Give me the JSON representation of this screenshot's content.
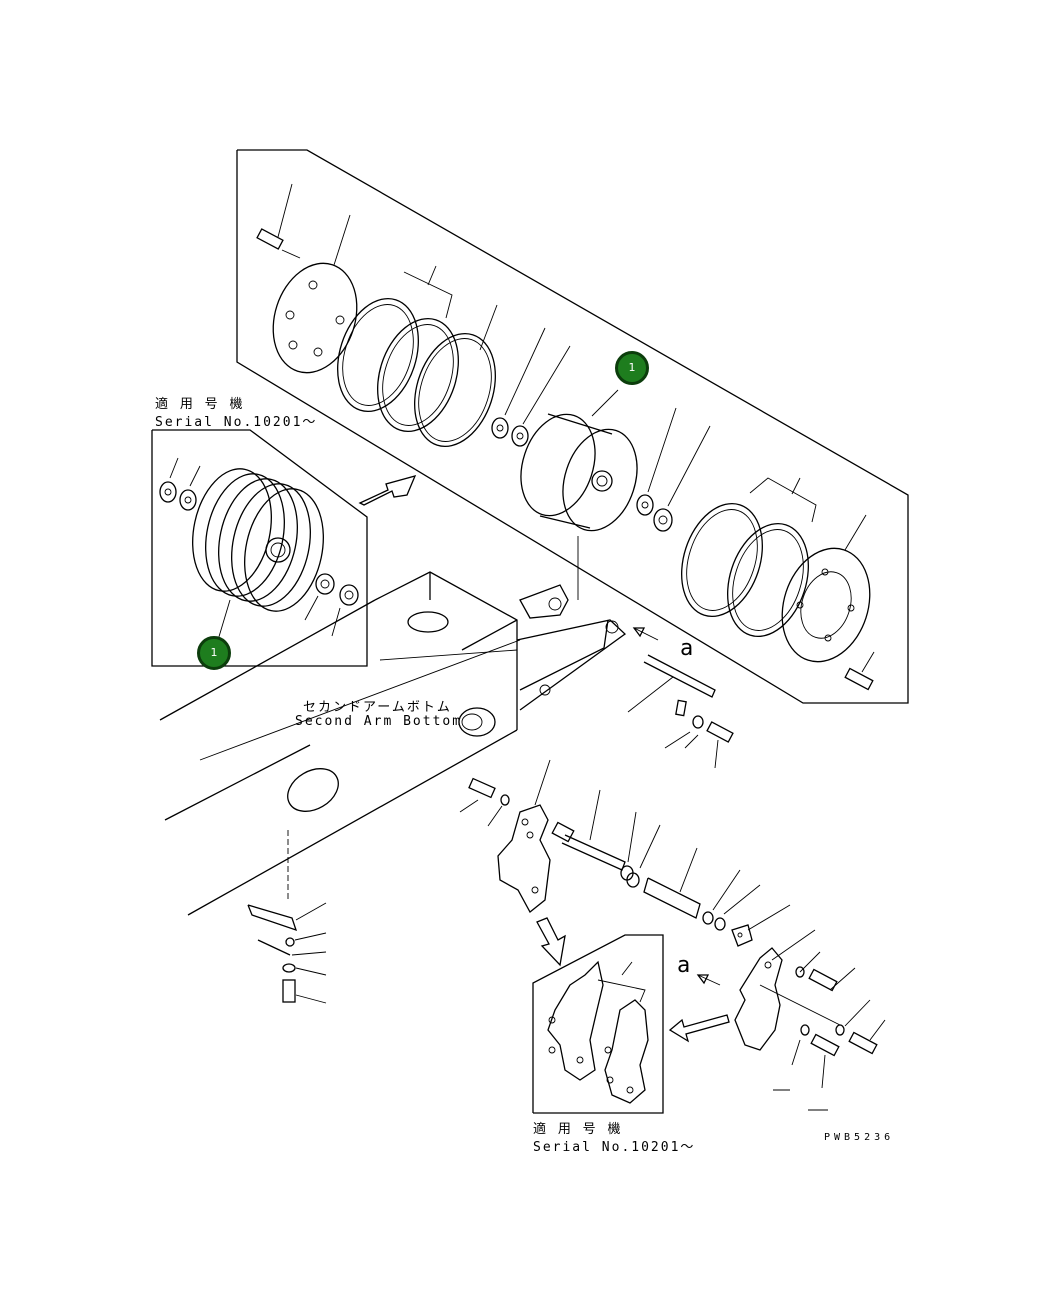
{
  "labels": {
    "serial_top_jp": "適 用 号 機",
    "serial_top_en": "Serial No.10201～",
    "serial_bottom_jp": "適 用 号 機",
    "serial_bottom_en": "Serial No.10201～",
    "arm_jp": "セカンドアームボトム",
    "arm_en": "Second Arm Bottom",
    "view_letter_1": "a",
    "view_letter_2": "a",
    "drawing_code": "PWB5236"
  },
  "callouts": [
    {
      "id": "callout-1-main",
      "text": "1"
    },
    {
      "id": "callout-1-inset",
      "text": "1"
    }
  ],
  "colors": {
    "callout_fill": "#1e7d1e",
    "callout_border": "#0c3d0c",
    "line": "#000000"
  }
}
